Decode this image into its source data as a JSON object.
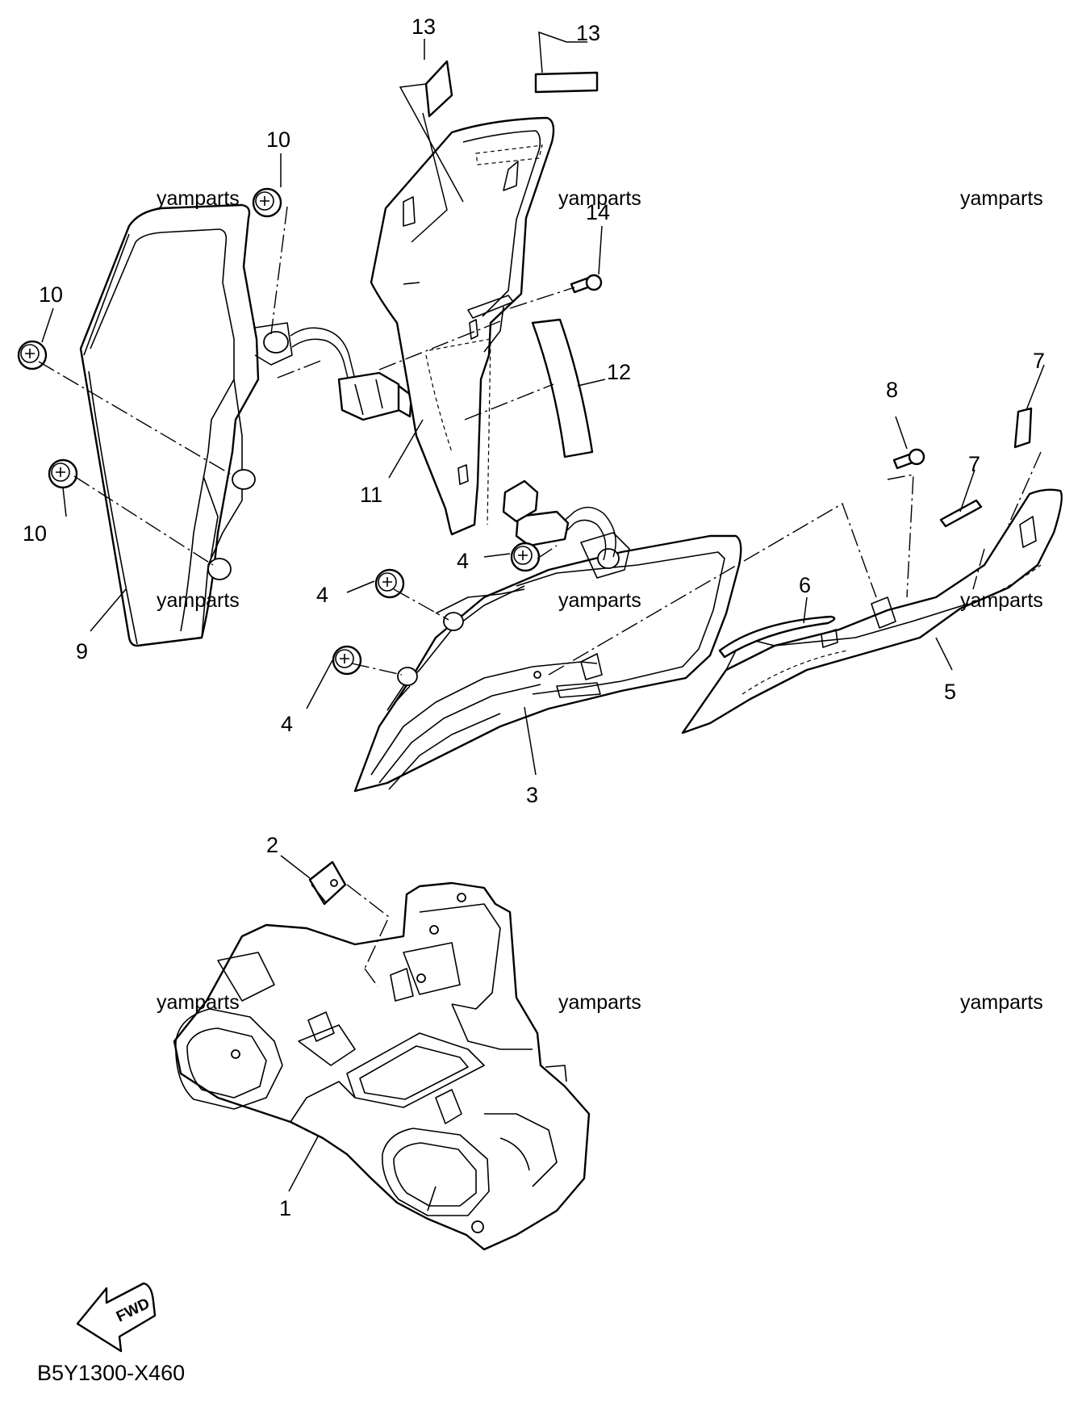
{
  "diagram": {
    "callouts": [
      {
        "id": "c13a",
        "text": "13"
      },
      {
        "id": "c13b",
        "text": "13"
      },
      {
        "id": "c10a",
        "text": "10"
      },
      {
        "id": "c10b",
        "text": "10"
      },
      {
        "id": "c10c",
        "text": "10"
      },
      {
        "id": "c14",
        "text": "14"
      },
      {
        "id": "c12",
        "text": "12"
      },
      {
        "id": "c11",
        "text": "11"
      },
      {
        "id": "c9",
        "text": "9"
      },
      {
        "id": "c4a",
        "text": "4"
      },
      {
        "id": "c4b",
        "text": "4"
      },
      {
        "id": "c4c",
        "text": "4"
      },
      {
        "id": "c3",
        "text": "3"
      },
      {
        "id": "c8",
        "text": "8"
      },
      {
        "id": "c7a",
        "text": "7"
      },
      {
        "id": "c7b",
        "text": "7"
      },
      {
        "id": "c6",
        "text": "6"
      },
      {
        "id": "c5",
        "text": "5"
      },
      {
        "id": "c2",
        "text": "2"
      },
      {
        "id": "c1",
        "text": "1"
      }
    ],
    "watermarks": [
      "yamparts",
      "yamparts",
      "yamparts",
      "yamparts",
      "yamparts",
      "yamparts",
      "yamparts",
      "yamparts",
      "yamparts"
    ],
    "direction_label": "FWD",
    "direction_icon": "fwd-arrow-icon",
    "diagram_code": "B5Y1300-X460"
  }
}
